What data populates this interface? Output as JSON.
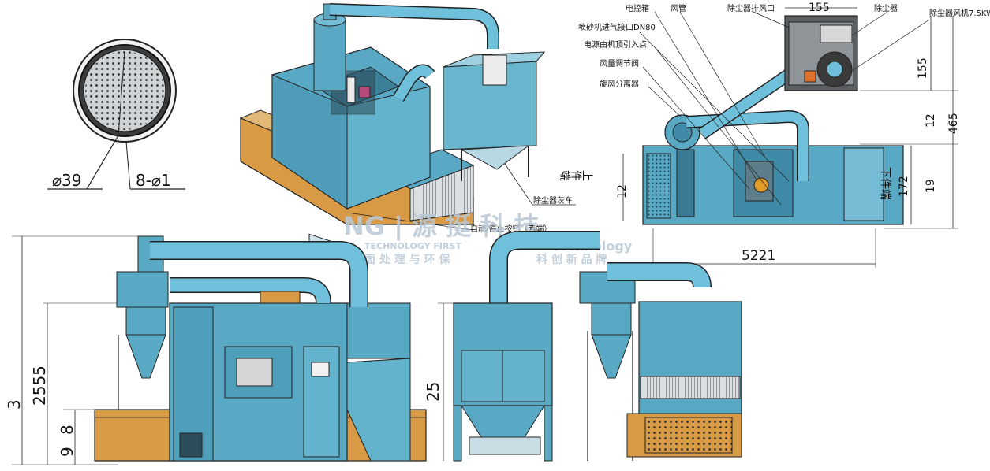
{
  "detail": {
    "diameter": "⌀39",
    "holes": "8-⌀1"
  },
  "iso": {
    "label_collector_car": "除尘器灰车",
    "label_start_stop": "自动/停止按钮（两端）"
  },
  "top_view": {
    "labels": {
      "control_box": "电控箱",
      "air_pipe": "风管",
      "collector_outlet": "除尘器排风口",
      "collector": "除尘器",
      "collector_fan": "除尘器风机7.5KW",
      "blast_inlet": "喷砂机进气接口DN80",
      "power_entry": "电源由机顶引入点",
      "damper": "风量调节阀",
      "cyclone": "旋风分离器",
      "loading_end": "上件端",
      "unloading_end": "下件端"
    },
    "dims": {
      "d155_top": "155",
      "d155_side": "155",
      "d465": "465",
      "d12_a": "12",
      "d12_b": "12",
      "d172": "172",
      "d19": "19",
      "d5221": "5221"
    }
  },
  "front_view": {
    "dims": {
      "d2555": "2555",
      "d3": "3",
      "d8": "8",
      "d9": "9"
    }
  },
  "side_view": {
    "dims": {
      "d25": "25"
    }
  },
  "watermark": {
    "brand": "NG | 源 挺 科 技",
    "tagline": "TECHNOLOGY FIRST",
    "slogan": "面 处 理 与 环 保",
    "extra": "Technology",
    "extra2": "科 创 新 品 牌"
  },
  "colors": {
    "machine": "#5aa9c4",
    "machine_dark": "#3f8aa6",
    "base": "#d99a45",
    "line": "#1a1a1a"
  }
}
